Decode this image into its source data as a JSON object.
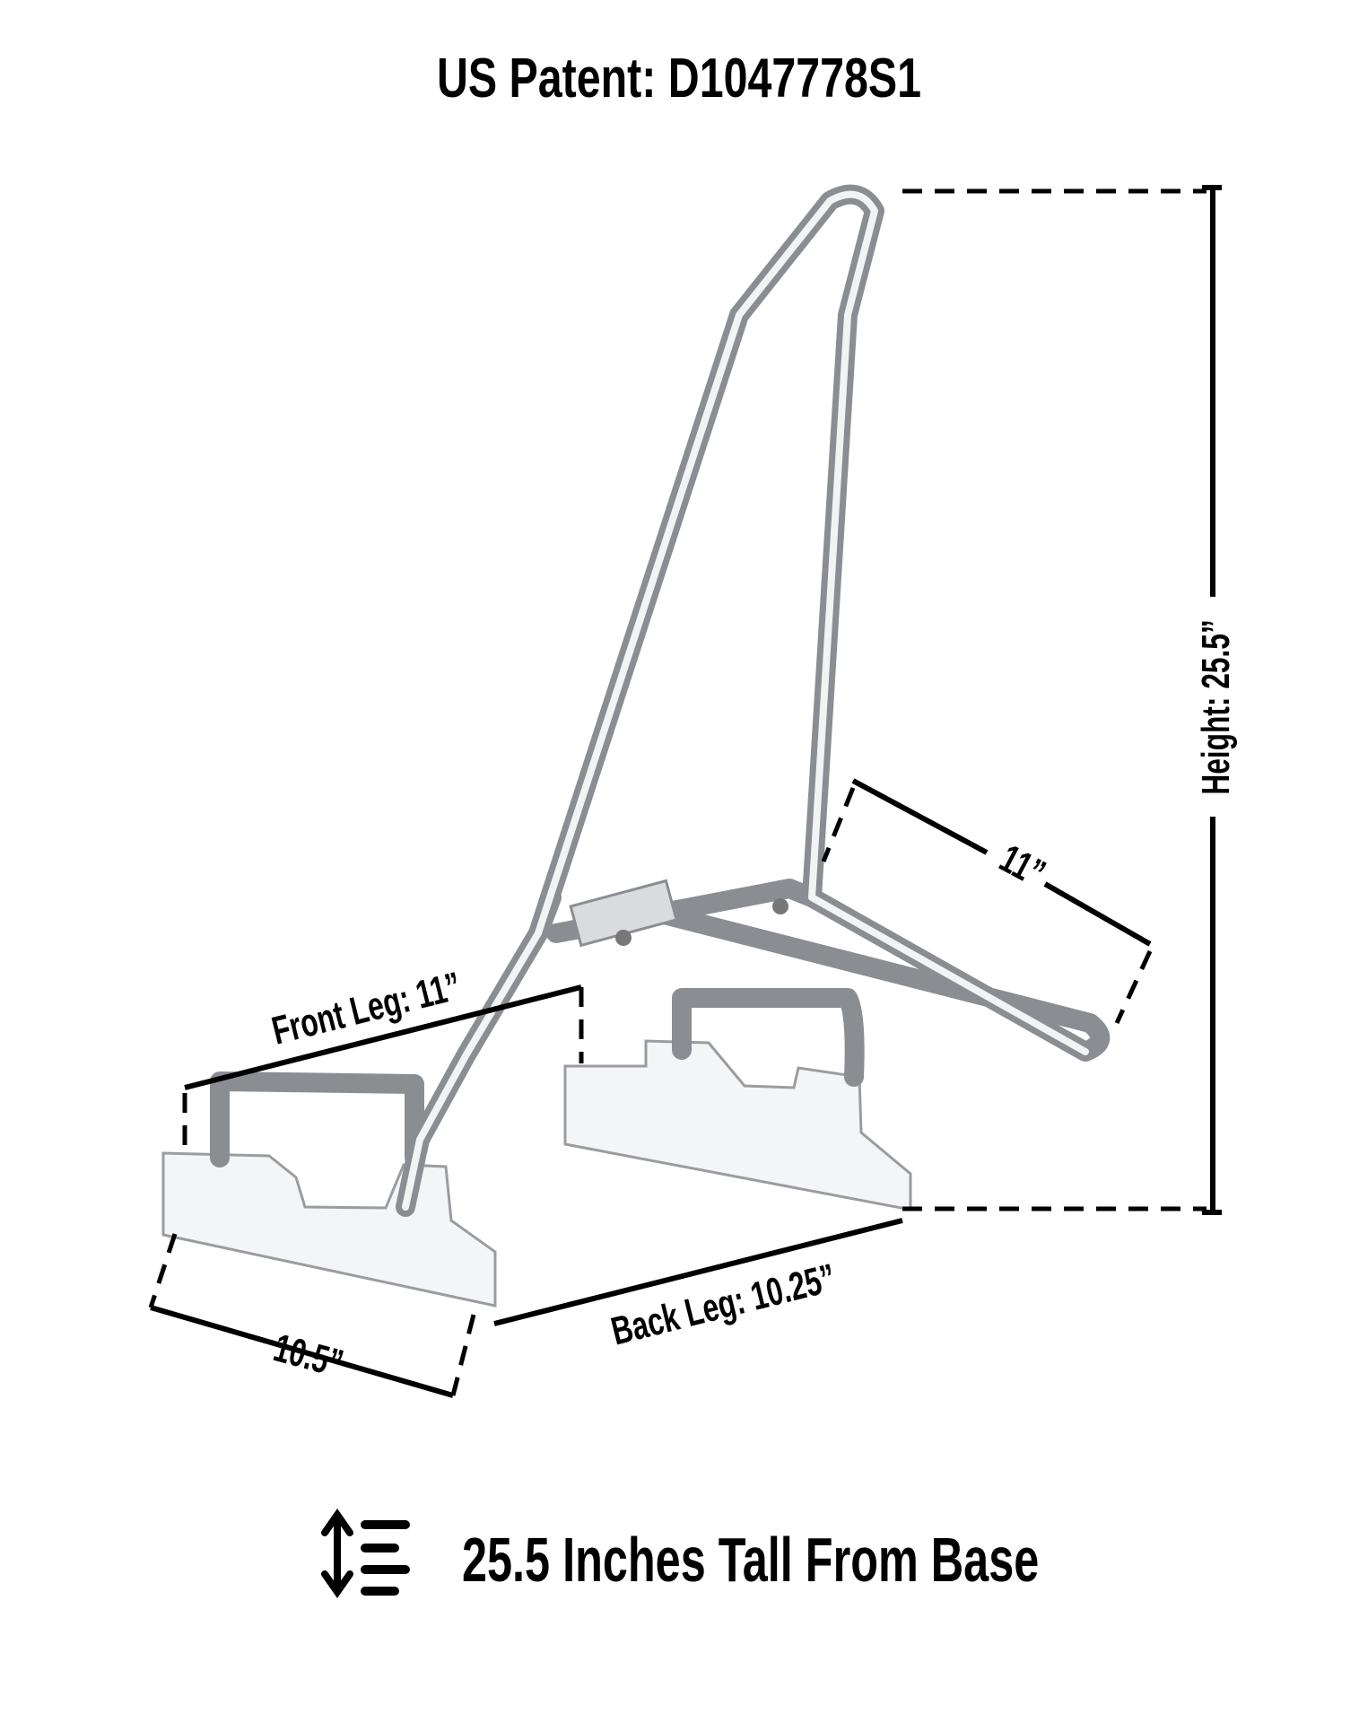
{
  "header": {
    "title": "US Patent: D1047778S1"
  },
  "dimensions": {
    "height": "Height: 25.5”",
    "top_width": "11”",
    "front_leg": "Front Leg: 11”",
    "back_leg": "Back Leg: 10.25”",
    "plate_width": "10.5”"
  },
  "footer": {
    "icon": "height-arrow-icon",
    "text": "25.5 Inches Tall From Base"
  },
  "colors": {
    "text": "#000000",
    "chrome": "#8a8d92",
    "background": "#ffffff"
  }
}
